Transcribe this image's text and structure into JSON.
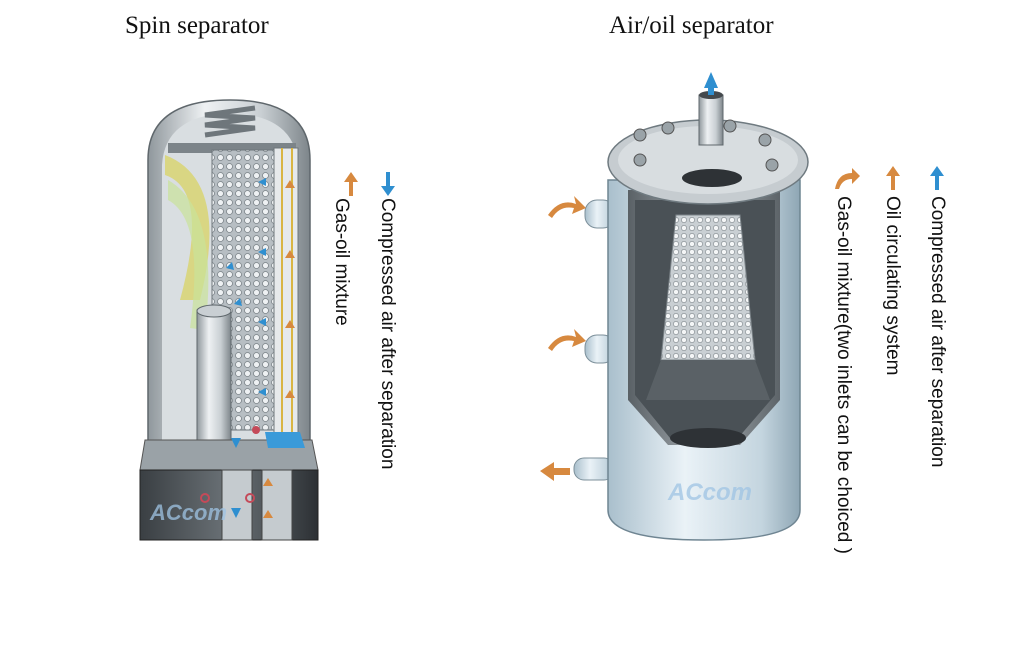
{
  "left_panel": {
    "title": "Spin separator",
    "legend": [
      {
        "label": "Gas-oil mixture",
        "icon": "orange-arrow-up-icon",
        "color": "#d7893f"
      },
      {
        "label": "Compressed air after separation",
        "icon": "blue-arrow-down-icon",
        "color": "#2f8fd0"
      }
    ],
    "watermark": "ACcom"
  },
  "right_panel": {
    "title": "Air/oil separator",
    "legend": [
      {
        "label": "Gas-oil mixture(two inlets can be choiced )",
        "icon": "orange-curved-arrow-icon",
        "color": "#d7893f"
      },
      {
        "label": "Oil circulating system",
        "icon": "orange-arrow-up-icon",
        "color": "#d7893f"
      },
      {
        "label": "Compressed air after separation",
        "icon": "blue-arrow-up-icon",
        "color": "#2f8fd0"
      }
    ],
    "watermark": "ACcom"
  }
}
